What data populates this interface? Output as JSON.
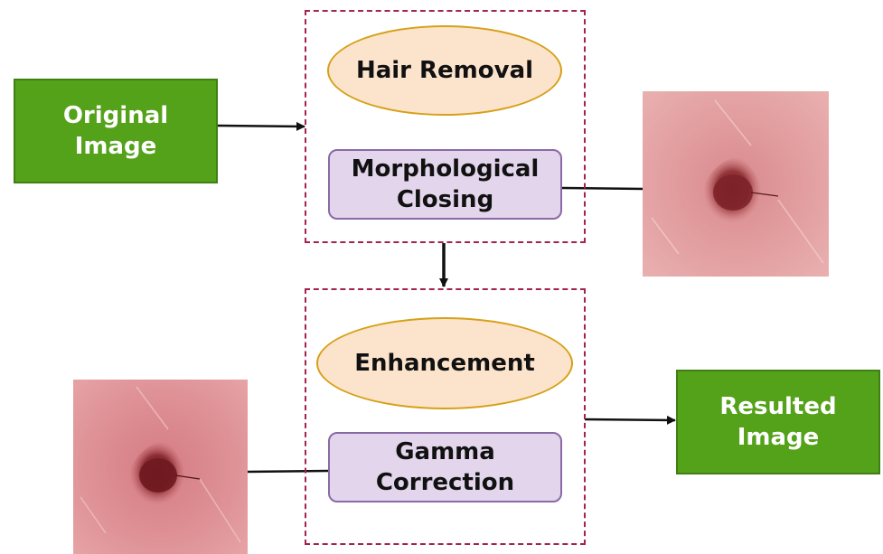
{
  "input_node": {
    "line1": "Original",
    "line2": "Image"
  },
  "preprocessing_group": {
    "stage_label": "Hair Removal",
    "step_line1": "Morphological",
    "step_line2": "Closing"
  },
  "enhancement_group": {
    "stage_label": "Enhancement",
    "step_line1": "Gamma",
    "step_line2": "Correction"
  },
  "output_node": {
    "line1": "Resulted",
    "line2": "Image"
  },
  "colors": {
    "node_green": "#54a11a",
    "group_border": "#a3234d",
    "ellipse_fill": "#fce4cc",
    "ellipse_border": "#d6a018",
    "step_fill": "#e3d6ec",
    "step_border": "#8a6aa6"
  },
  "images": [
    {
      "depicts": "skin-lesion-after-hair-removal"
    },
    {
      "depicts": "skin-lesion-after-enhancement"
    }
  ]
}
